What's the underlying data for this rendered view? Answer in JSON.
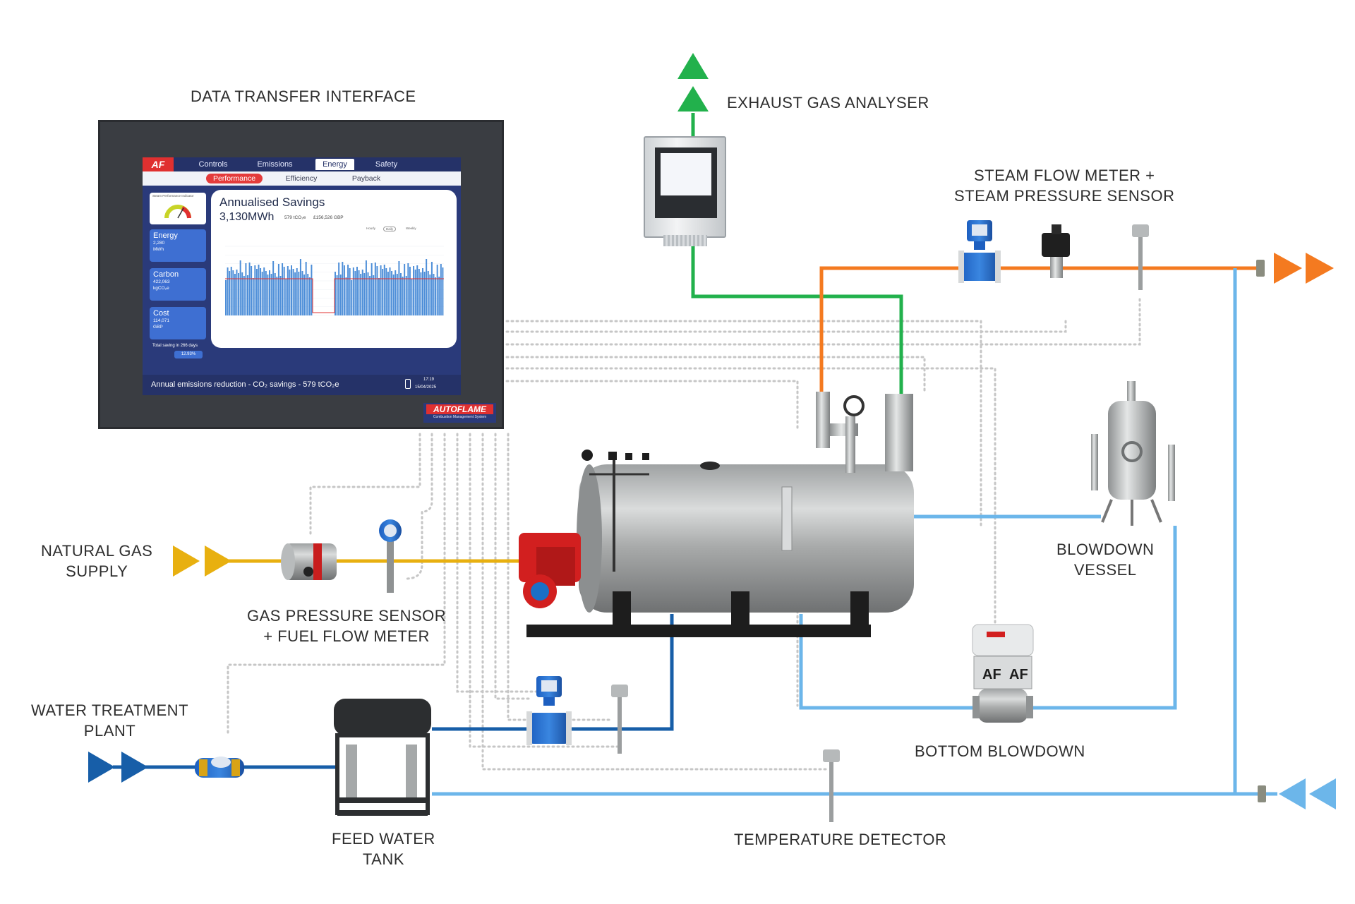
{
  "labels": {
    "data_transfer_interface": "DATA TRANSFER INTERFACE",
    "exhaust_gas_analyser": "EXHAUST GAS ANALYSER",
    "steam_flow_meter_line1": "STEAM FLOW METER +",
    "steam_flow_meter_line2": "STEAM PRESSURE SENSOR",
    "natural_gas_line1": "NATURAL GAS",
    "natural_gas_line2": "SUPPLY",
    "gas_pressure_line1": "GAS PRESSURE SENSOR",
    "gas_pressure_line2": "+ FUEL FLOW METER",
    "blowdown_vessel_line1": "BLOWDOWN",
    "blowdown_vessel_line2": "VESSEL",
    "water_treatment_line1": "WATER TREATMENT",
    "water_treatment_line2": "PLANT",
    "bottom_blowdown": "BOTTOM BLOWDOWN",
    "feed_water_line1": "FEED WATER",
    "feed_water_line2": "TANK",
    "temperature_detector": "TEMPERATURE DETECTOR"
  },
  "hmi": {
    "logo": "AF",
    "tabs": [
      "Controls",
      "Emissions",
      "Energy",
      "Safety"
    ],
    "active_tab": "Energy",
    "subtabs": [
      "Performance",
      "Efficiency",
      "Payback"
    ],
    "active_subtab": "Performance",
    "gauge_title": "Steam Performance Indicator",
    "cards": [
      {
        "title": "Energy",
        "value": "2,280",
        "unit": "MWh"
      },
      {
        "title": "Carbon",
        "value": "422,063",
        "unit": "kgCO₂e"
      },
      {
        "title": "Cost",
        "value": "114,071",
        "unit": "GBP"
      }
    ],
    "total_saving_label": "Total saving in 266 days",
    "total_saving_pct": "12.93%",
    "panel_title": "Annualised Savings",
    "panel_value": "3,130MWh",
    "panel_co2": "579 tCO₂e",
    "panel_gbp": "£156,526 GBP",
    "periods": [
      "Hourly",
      "Daily",
      "Weekly"
    ],
    "active_period": "Daily",
    "footer_text": "Annual emissions reduction - CO₂ savings - 579 tCO₂e",
    "footer_time": "17:19",
    "footer_date": "15/04/2025",
    "brand": "AUTOFLAME",
    "brand_sub": "Combustion Management System"
  },
  "colors": {
    "exhaust": "#22b14c",
    "steam": "#f47a20",
    "gas": "#e8b010",
    "feed_water": "#175ea8",
    "cold_water": "#6cb6ea",
    "signal": "#c9c9c9",
    "hmi_blue": "#253268",
    "brand_red": "#e03030"
  }
}
